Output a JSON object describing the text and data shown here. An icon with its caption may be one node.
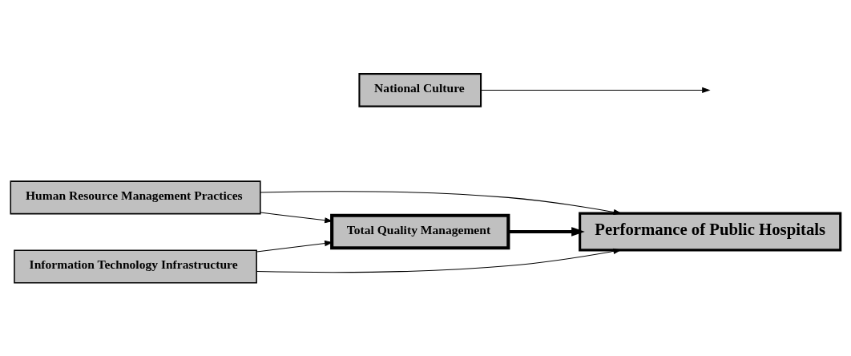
{
  "diagram": {
    "nodes": [
      {
        "text": [
          "Human Resource Management Practices"
        ]
      },
      {
        "text": [
          "Total Quality Management"
        ]
      },
      {
        "text": [
          "National Culture"
        ]
      },
      {
        "text": [
          "Information Technology Infrastructure"
        ]
      },
      {
        "text": [
          "Performance of Public Hospitals"
        ]
      }
    ],
    "edges": [
      {
        "from": 0,
        "to": 1,
        "arrow": "to"
      },
      {
        "from": 0,
        "to": 4,
        "arrow": "to"
      },
      {
        "from": 3,
        "to": 1,
        "arrow": "to"
      },
      {
        "from": 3,
        "to": 4,
        "arrow": "to"
      },
      {
        "from": 1,
        "to": 4,
        "arrow": "to",
        "style": "thick"
      },
      {
        "from": 2,
        "to": null,
        "arrow": "to"
      }
    ]
  }
}
